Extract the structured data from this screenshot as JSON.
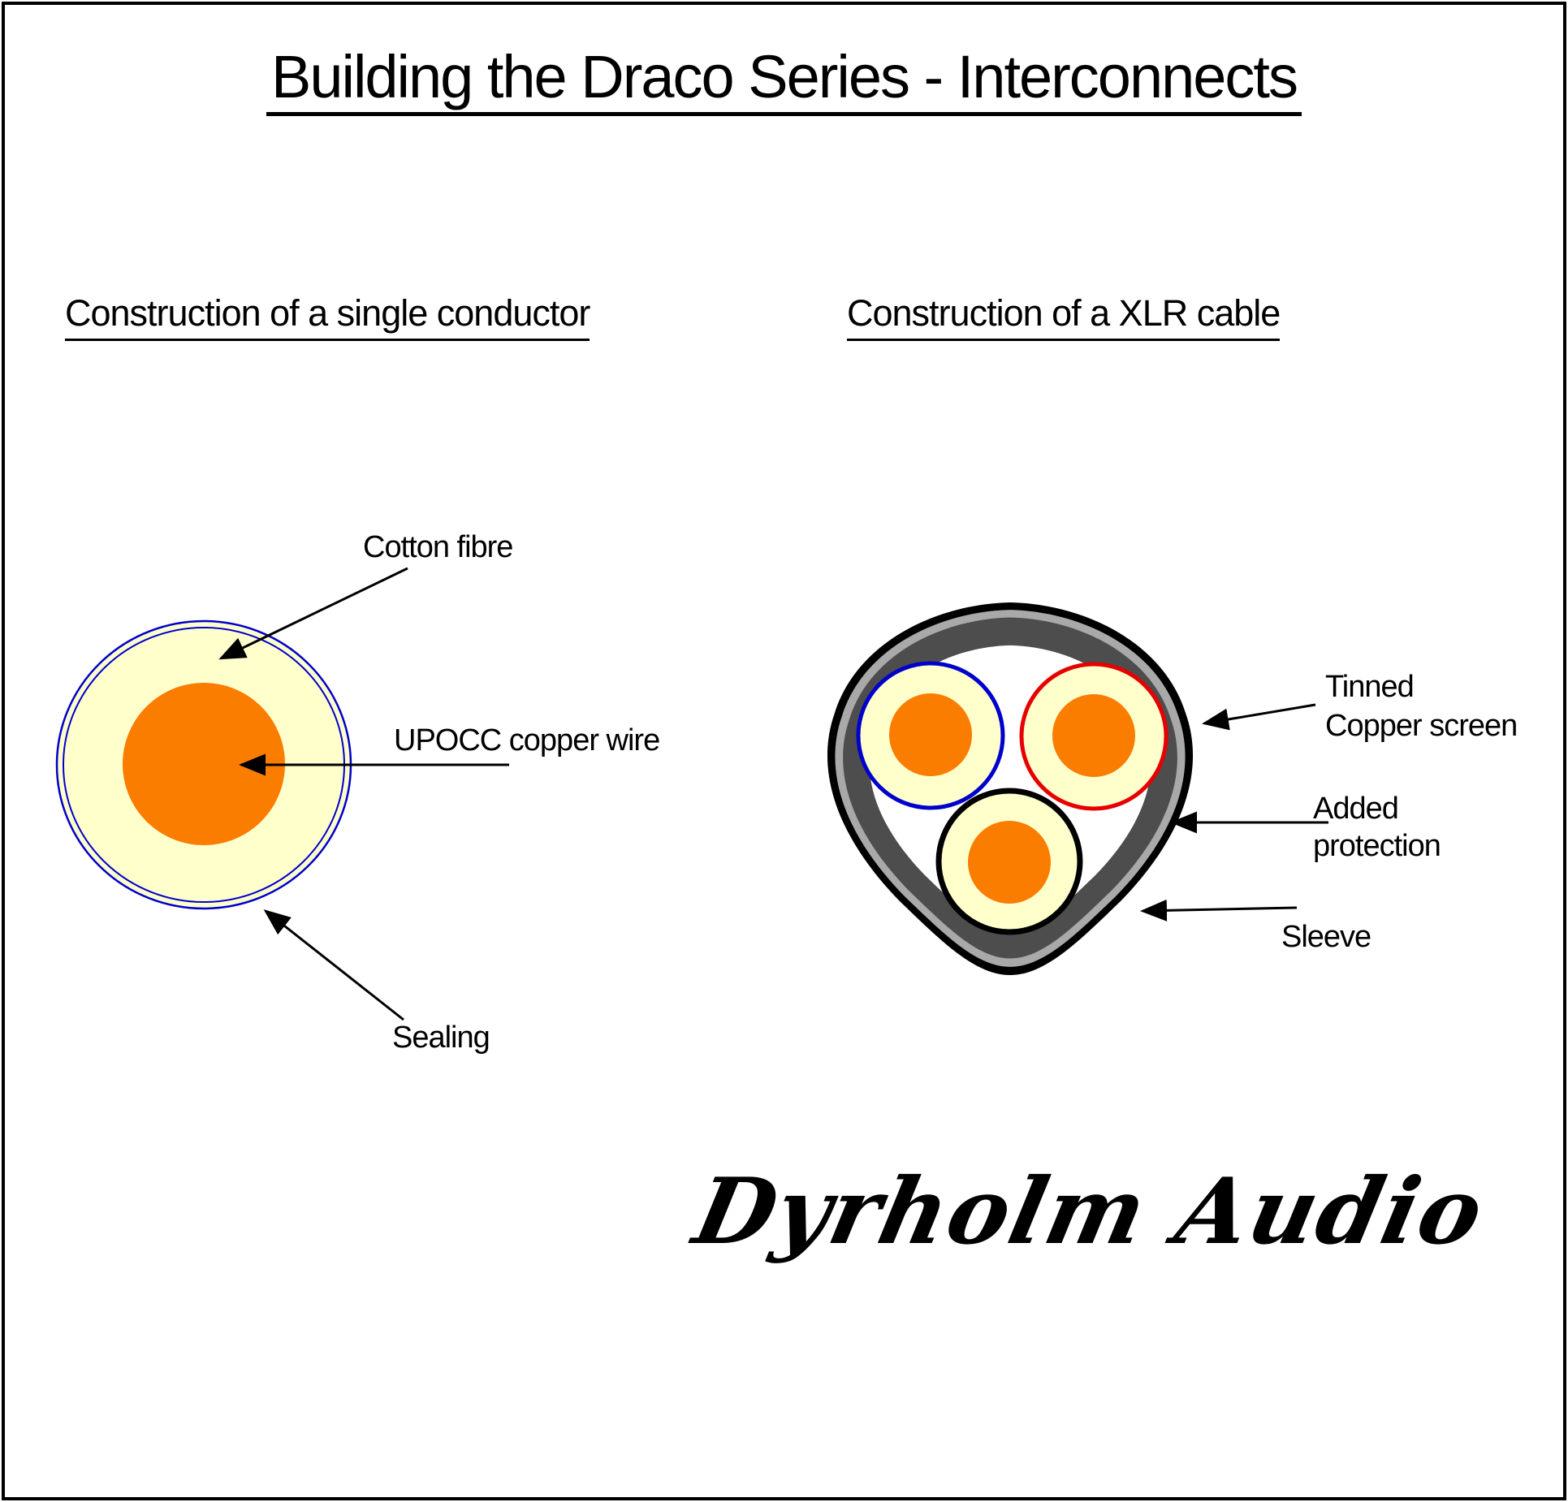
{
  "title": "Building the Draco Series - Interconnects",
  "left_diagram": {
    "heading": "Construction of a single conductor",
    "labels": {
      "cotton": "Cotton fibre",
      "copper": "UPOCC copper wire",
      "sealing": "Sealing"
    }
  },
  "right_diagram": {
    "heading": "Construction of a XLR cable",
    "labels": {
      "screen_line1": "Tinned",
      "screen_line2": "Copper screen",
      "protection_line1": "Added",
      "protection_line2": "protection",
      "sleeve": "Sleeve"
    }
  },
  "logo": {
    "brand": "Dyrholm Audio"
  },
  "colors": {
    "black": "#000000",
    "cream": "#FFFFCC",
    "orange": "#FB7D00",
    "blue": "#0000CC",
    "red": "#E60000",
    "dark_gray": "#4D4D4D",
    "silver": "#A9A9A9",
    "logo_bg": "#C4C4C4",
    "logo_text": "#3A3A3A"
  }
}
